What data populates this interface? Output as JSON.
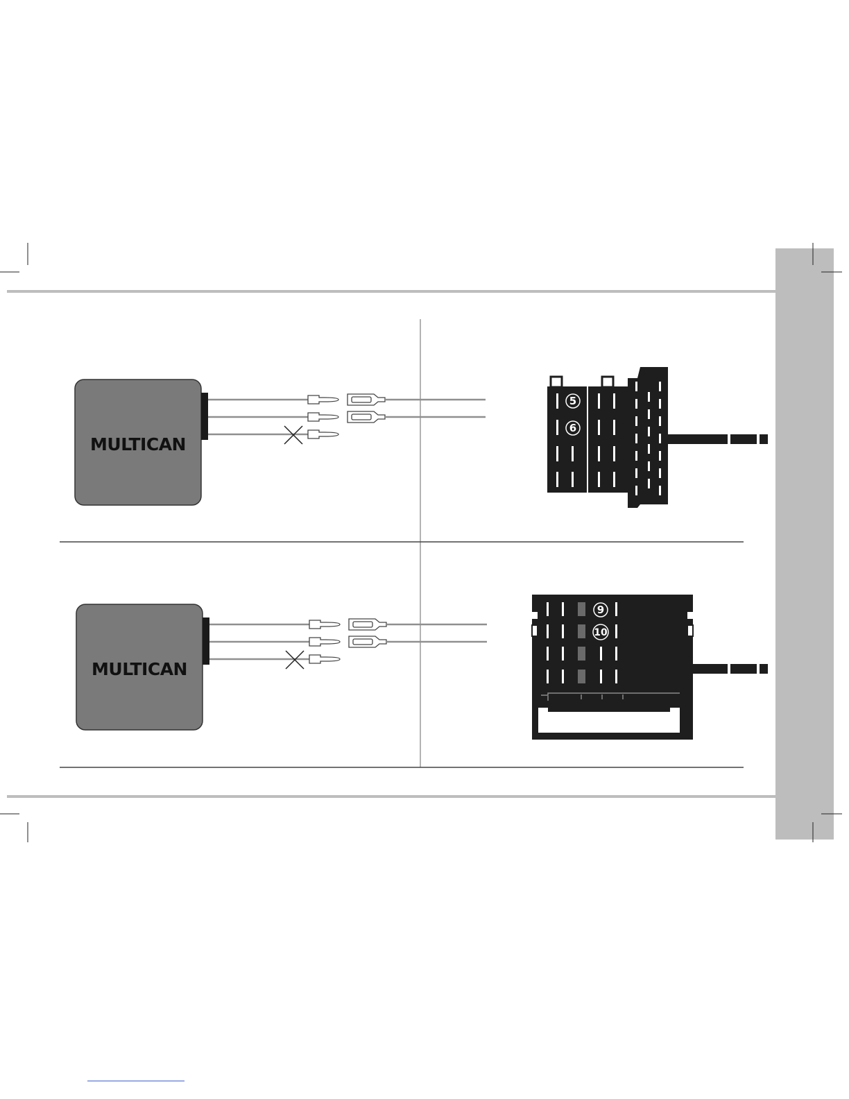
{
  "colors": {
    "module_fill": "#7a7a7a",
    "connector_fill": "#1e1e1e",
    "wire": "#8f8f8f",
    "rule": "#bdbdbd",
    "side_tab": "#bdbdbd",
    "divider": "#444444"
  },
  "panels": [
    {
      "module_label": "MULTICAN",
      "pin_labels": [
        "5",
        "6"
      ]
    },
    {
      "module_label": "MULTICAN",
      "pin_labels": [
        "9",
        "10"
      ]
    }
  ]
}
